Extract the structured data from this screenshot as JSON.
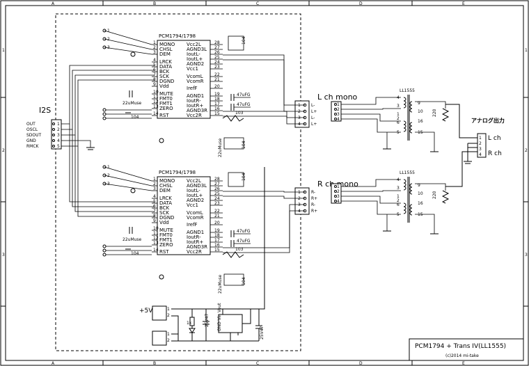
{
  "frame": {
    "columns": [
      "A",
      "B",
      "C",
      "D",
      "E"
    ],
    "rows": [
      "1",
      "2",
      "3"
    ]
  },
  "title_block": {
    "title": "PCM1794 + Trans IV(LL1555)",
    "copyright": "(c)2014 mi-take"
  },
  "i2s": {
    "label": "I2S",
    "pins": [
      "OUT",
      "OSCL",
      "SDOUT",
      "GND",
      "RMCK"
    ],
    "pin_numbers": [
      "1",
      "2",
      "3",
      "4",
      "5"
    ]
  },
  "dac": {
    "part": "PCM1794/1798",
    "left_pins": [
      {
        "n": "1",
        "name": "MONO"
      },
      {
        "n": "2",
        "name": "CHSL"
      },
      {
        "n": "3",
        "name": "DEM"
      },
      {
        "n": "4",
        "name": "LRCK"
      },
      {
        "n": "5",
        "name": "DATA"
      },
      {
        "n": "6",
        "name": "BCK"
      },
      {
        "n": "7",
        "name": "SCK"
      },
      {
        "n": "8",
        "name": "DGND"
      },
      {
        "n": "9",
        "name": "Vdd"
      },
      {
        "n": "10",
        "name": "MUTE"
      },
      {
        "n": "11",
        "name": "FMT0"
      },
      {
        "n": "12",
        "name": "FMT1"
      },
      {
        "n": "13",
        "name": "ZERO"
      },
      {
        "n": "14",
        "name": "RST"
      }
    ],
    "right_pins": [
      {
        "n": "28",
        "name": "Vcc2L"
      },
      {
        "n": "27",
        "name": "AGND3L"
      },
      {
        "n": "26",
        "name": "IoutL-"
      },
      {
        "n": "25",
        "name": "IoutL+"
      },
      {
        "n": "24",
        "name": "AGND2"
      },
      {
        "n": "23",
        "name": "Vcc1"
      },
      {
        "n": "22",
        "name": "VcomL"
      },
      {
        "n": "21",
        "name": "VcomR"
      },
      {
        "n": "20",
        "name": "IrefF"
      },
      {
        "n": "19",
        "name": "AGND1"
      },
      {
        "n": "18",
        "name": "IoutR-"
      },
      {
        "n": "17",
        "name": "IoutR+"
      },
      {
        "n": "16",
        "name": "AGND3R"
      },
      {
        "n": "15",
        "name": "Vcc2R"
      }
    ],
    "cap_47": "47uFG",
    "resistor_iref": "103",
    "cap_104": "104",
    "cap_22": "22uMuse",
    "cap_22b": "22uMuse"
  },
  "lch": {
    "label": "L ch mono",
    "conn_pins": [
      "L-",
      "L+",
      "L-",
      "L+"
    ],
    "pin_numbers": [
      "1",
      "2",
      "3",
      "4"
    ],
    "trans": "LL1555",
    "trans_pins": [
      "4",
      "3",
      "1",
      "2",
      "6",
      "5",
      "9",
      "10",
      "16",
      "15"
    ],
    "resistor": "220"
  },
  "rch": {
    "label": "R ch mono",
    "conn_pins": [
      "R-",
      "R+",
      "R-",
      "R+"
    ],
    "pin_numbers": [
      "1",
      "2",
      "3",
      "4"
    ],
    "trans": "LL1555",
    "trans_pins": [
      "4",
      "3",
      "1",
      "2",
      "6",
      "5",
      "9",
      "10",
      "16",
      "15"
    ],
    "resistor": "220"
  },
  "output": {
    "label": "アナログ出力",
    "left": "L ch",
    "right": "R ch",
    "pin_numbers": [
      "1",
      "2",
      "3",
      "4"
    ]
  },
  "power": {
    "label": "+5V",
    "reg_label": "GND Vin Vout",
    "cap1": "25V47",
    "cap2": "25V47",
    "resistor": "1k",
    "pin_numbers": [
      "1",
      "2",
      "1",
      "2",
      "1",
      "2",
      "3"
    ]
  }
}
